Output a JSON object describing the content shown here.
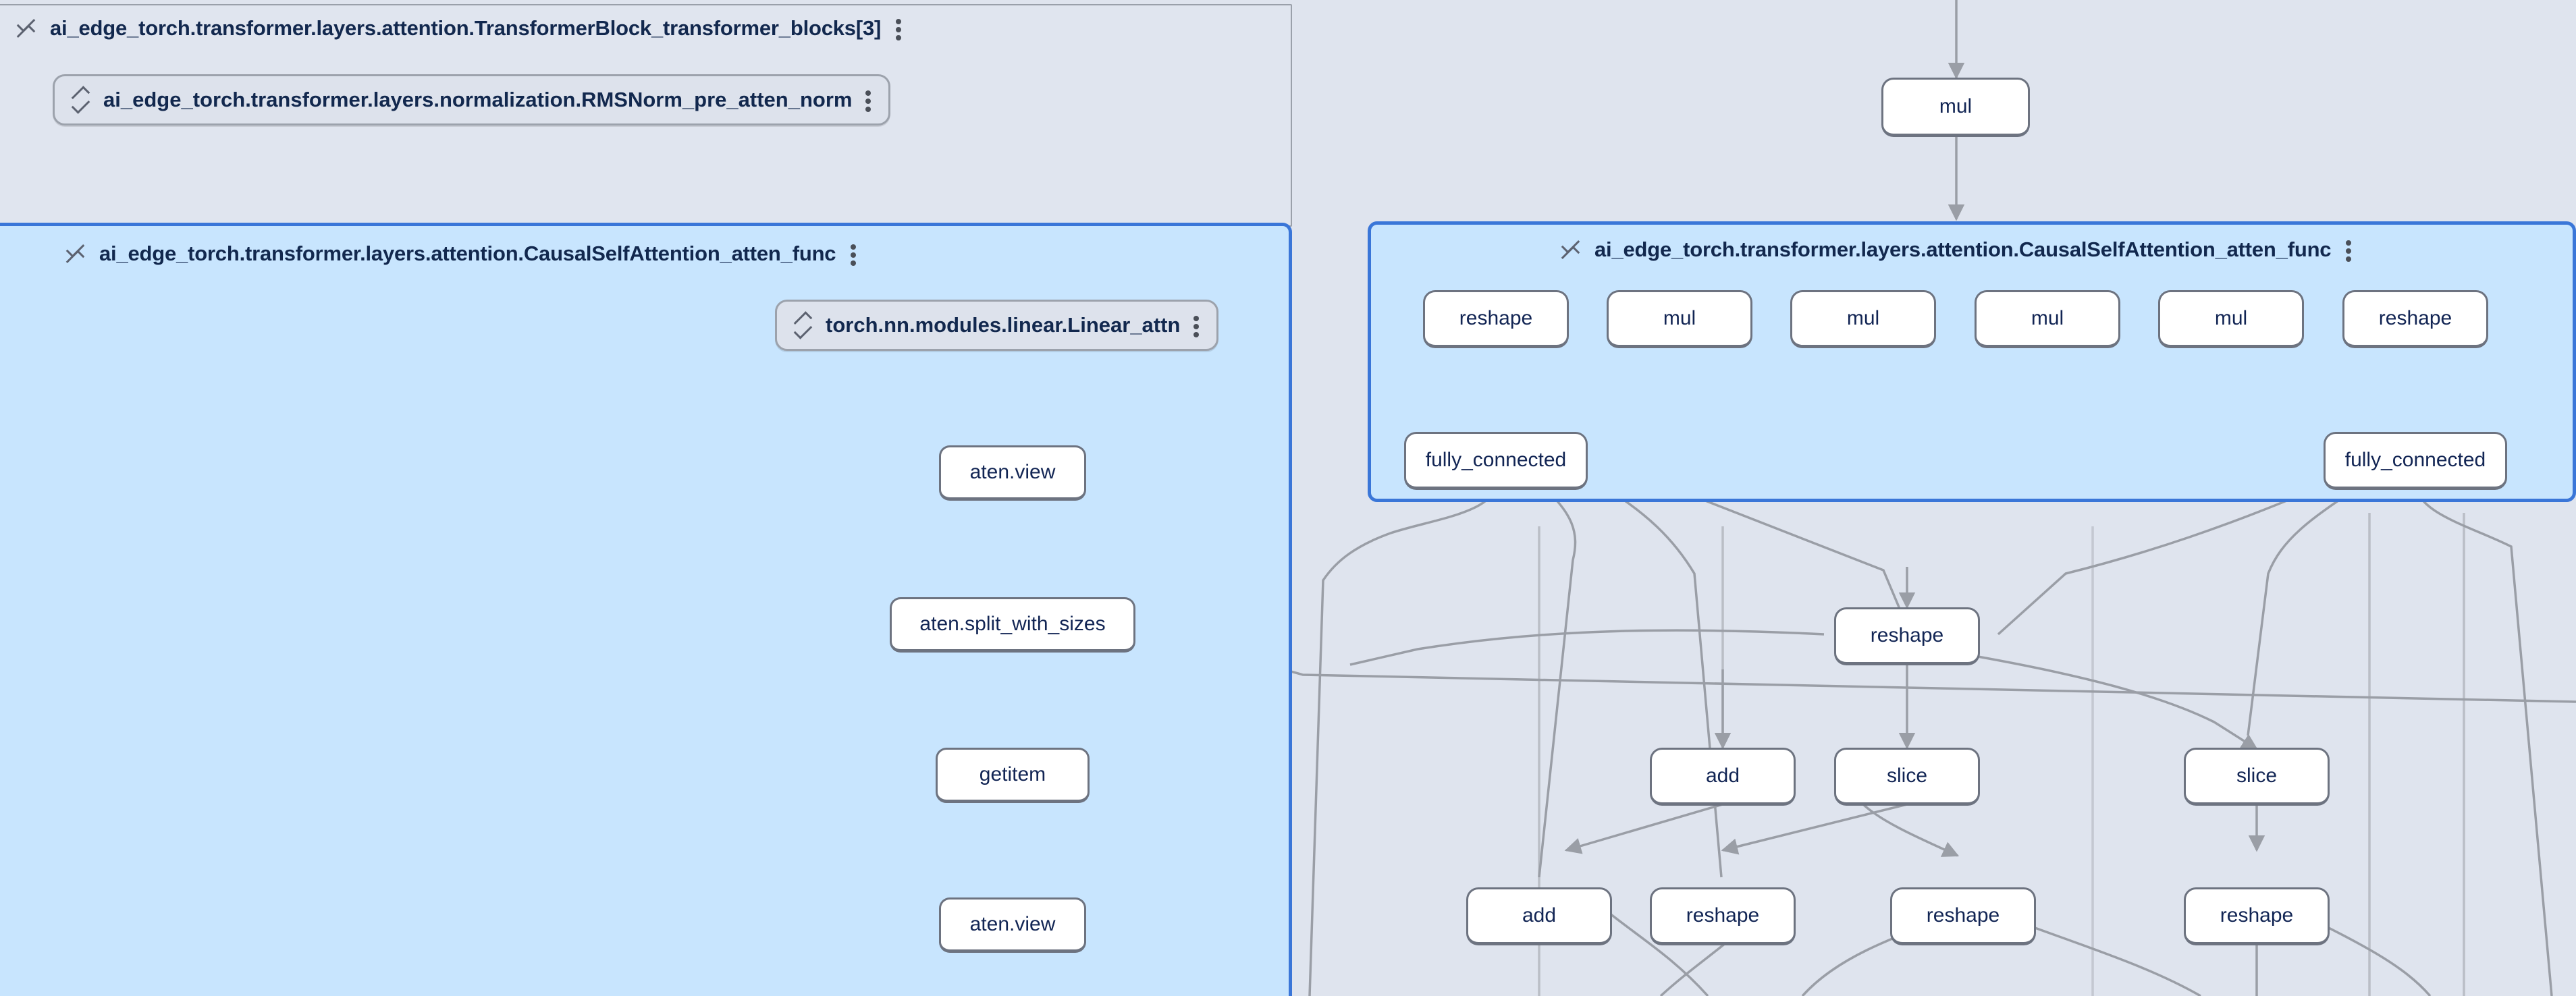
{
  "app": {
    "name": "model-graph-explorer",
    "colors": {
      "canvas_background": "#dfe4ee",
      "group_background": "#e0e5ef",
      "selected_group_background": "#c8e5fe",
      "selected_group_border": "#3a76d8",
      "node_background": "#ffffff",
      "node_border": "#6d7380",
      "text": "#12284e",
      "edge": "#9a9ea6"
    }
  },
  "groups": [
    {
      "id": "transformer-block",
      "label": "ai_edge_torch.transformer.layers.attention.TransformerBlock_transformer_blocks[3]",
      "toggle_icon": "collapse-icon",
      "menu_icon": "more-vertical-icon",
      "selected": false
    },
    {
      "id": "causal-self-attention-left",
      "label": "ai_edge_torch.transformer.layers.attention.CausalSelfAttention_atten_func",
      "toggle_icon": "collapse-icon",
      "menu_icon": "more-vertical-icon",
      "selected": true
    },
    {
      "id": "causal-self-attention-right",
      "label": "ai_edge_torch.transformer.layers.attention.CausalSelfAttention_atten_func",
      "toggle_icon": "collapse-icon",
      "menu_icon": "more-vertical-icon",
      "selected": true
    }
  ],
  "pills": [
    {
      "id": "rmsnorm-pre-atten",
      "label": "ai_edge_torch.transformer.layers.normalization.RMSNorm_pre_atten_norm",
      "toggle_icon": "expand-icon",
      "menu_icon": "more-vertical-icon"
    },
    {
      "id": "linear-attn",
      "label": "torch.nn.modules.linear.Linear_attn",
      "toggle_icon": "expand-icon",
      "menu_icon": "more-vertical-icon"
    }
  ],
  "nodes": {
    "left_panel": [
      {
        "id": "n-aten-view-1",
        "label": "aten.view"
      },
      {
        "id": "n-split-with-sizes",
        "label": "aten.split_with_sizes"
      },
      {
        "id": "n-getitem",
        "label": "getitem"
      },
      {
        "id": "n-aten-view-2",
        "label": "aten.view"
      }
    ],
    "above_right_panel": [
      {
        "id": "n-mul-top",
        "label": "mul"
      }
    ],
    "right_panel_row1": [
      {
        "id": "n-reshape-r1a",
        "label": "reshape"
      },
      {
        "id": "n-mul-r1a",
        "label": "mul"
      },
      {
        "id": "n-mul-r1b",
        "label": "mul"
      },
      {
        "id": "n-mul-r1c",
        "label": "mul"
      },
      {
        "id": "n-mul-r1d",
        "label": "mul"
      },
      {
        "id": "n-reshape-r1b",
        "label": "reshape"
      }
    ],
    "right_panel_row2": [
      {
        "id": "n-fully-connected-a",
        "label": "fully_connected"
      },
      {
        "id": "n-fully-connected-b",
        "label": "fully_connected"
      }
    ],
    "below_panel_row1": [
      {
        "id": "n-reshape-b1",
        "label": "reshape"
      }
    ],
    "below_panel_row2": [
      {
        "id": "n-add-b2",
        "label": "add"
      },
      {
        "id": "n-slice-b2a",
        "label": "slice"
      },
      {
        "id": "n-slice-b2b",
        "label": "slice"
      }
    ],
    "below_panel_row3": [
      {
        "id": "n-add-b3",
        "label": "add"
      },
      {
        "id": "n-reshape-b3a",
        "label": "reshape"
      },
      {
        "id": "n-reshape-b3b",
        "label": "reshape"
      },
      {
        "id": "n-reshape-b3c",
        "label": "reshape"
      }
    ]
  }
}
